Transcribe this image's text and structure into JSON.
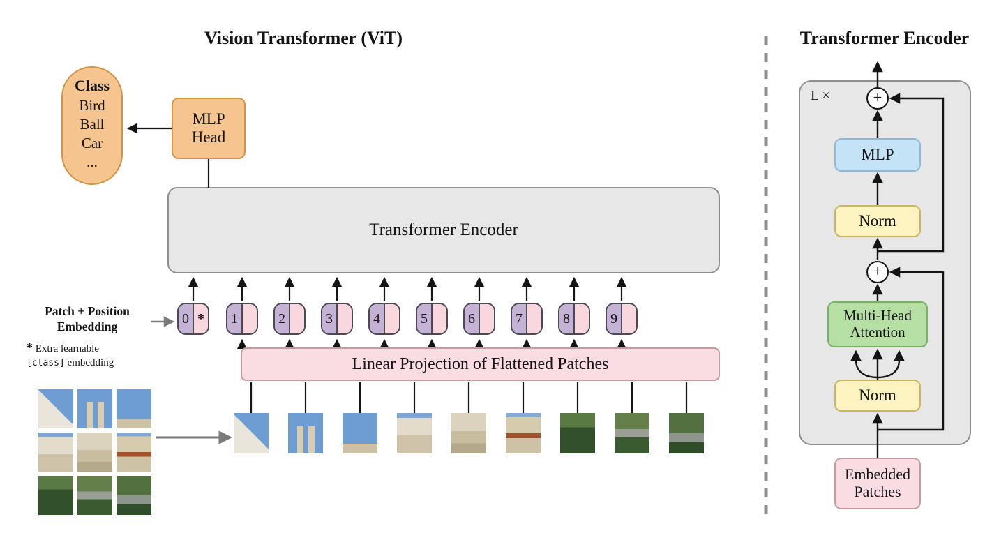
{
  "left_panel": {
    "title": "Vision Transformer (ViT)",
    "class_pill": {
      "header": "Class",
      "items": [
        "Bird",
        "Ball",
        "Car",
        "..."
      ]
    },
    "mlp_head_label": "MLP Head",
    "encoder_label": "Transformer Encoder",
    "patch_position_label": "Patch + Position Embedding",
    "note": {
      "star": "*",
      "text1": "Extra learnable",
      "code": "[class]",
      "text2": "embedding"
    },
    "linear_projection_label": "Linear Projection of Flattened Patches",
    "class_token_star": "*",
    "tokens": [
      "0",
      "1",
      "2",
      "3",
      "4",
      "5",
      "6",
      "7",
      "8",
      "9"
    ]
  },
  "right_panel": {
    "title": "Transformer Encoder",
    "loop_label": "L ×",
    "plus": "+",
    "mlp_label": "MLP",
    "norm_top_label": "Norm",
    "norm_bottom_label": "Norm",
    "mha_label": "Multi-Head Attention",
    "embedded_patches_label": "Embedded Patches"
  },
  "colors": {
    "orange_fill": "#F6C48E",
    "orange_border": "#CE9547",
    "gray_fill": "#E7E7E7",
    "gray_border": "#8F8F8F",
    "pink_fill": "#FADCE3",
    "pink_border": "#C59CA4",
    "purple_token": "#C5B3D6",
    "pink_token": "#F8D7DE",
    "yellow_fill": "#FCF3C0",
    "yellow_border": "#CCB65F",
    "green_fill": "#B6E0A3",
    "green_border": "#7BAE68",
    "blue_fill": "#C4E3F7",
    "blue_border": "#8FB9DB",
    "line": "#141414",
    "gray_arrow": "#7A7A7A"
  }
}
